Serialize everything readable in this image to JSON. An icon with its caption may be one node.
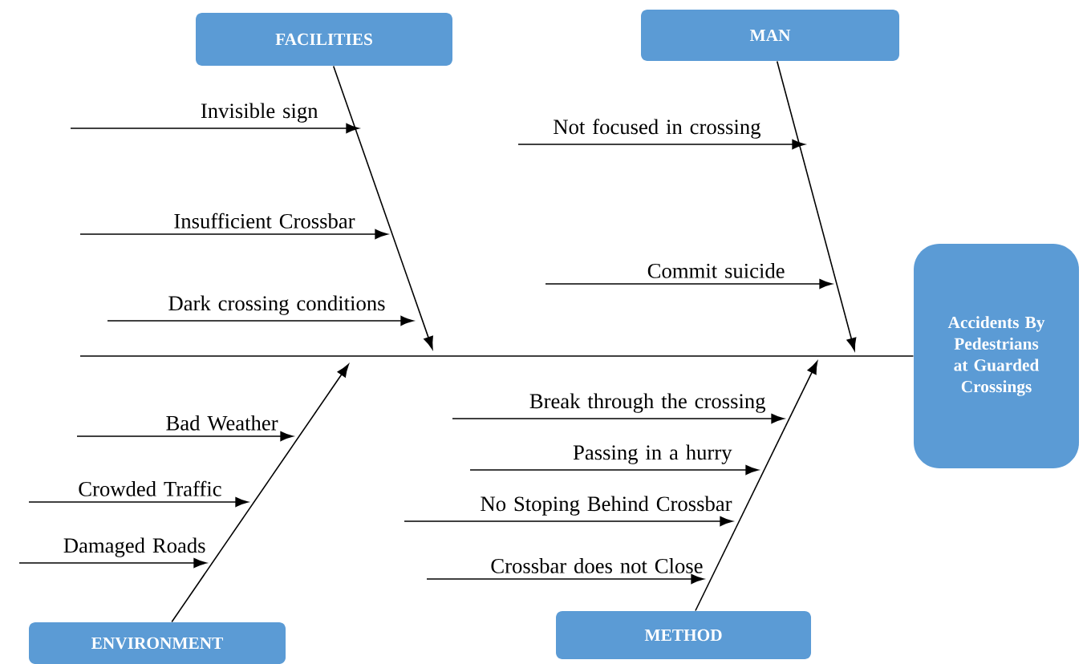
{
  "diagram": {
    "nodes": [
      {
        "text": [
          "FACILITIES"
        ]
      },
      {
        "text": [
          "MAN"
        ]
      },
      {
        "text": [
          "Invisible sign"
        ]
      },
      {
        "text": [
          "Not focused in crossing"
        ]
      },
      {
        "text": [
          "Insufficient Crossbar"
        ]
      },
      {
        "text": [
          "Commit suicide"
        ]
      },
      {
        "text": [
          "Dark crossing conditions"
        ]
      },
      {
        "text": [
          "Accidents By Pedestrians at Guarded Crossings"
        ]
      },
      {
        "text": [
          "Break through the crossing"
        ]
      },
      {
        "text": [
          "Bad Weather"
        ]
      },
      {
        "text": [
          "Passing in a hurry"
        ]
      },
      {
        "text": [
          "Crowded Traffic"
        ]
      },
      {
        "text": [
          "No Stoping Behind Crossbar"
        ]
      },
      {
        "text": [
          "Damaged Roads"
        ]
      },
      {
        "text": [
          "Crossbar does not Close"
        ]
      },
      {
        "text": [
          "METHOD"
        ]
      },
      {
        "text": [
          "ENVIRONMENT"
        ]
      }
    ],
    "edges": [
      {
        "from": null,
        "to": 7,
        "arrow": "none"
      },
      {
        "from": 0,
        "to": null,
        "arrow": "to"
      },
      {
        "from": 1,
        "to": null,
        "arrow": "to"
      },
      {
        "from": 16,
        "to": null,
        "arrow": "to"
      },
      {
        "from": 15,
        "to": null,
        "arrow": "to"
      },
      {
        "from": 2,
        "to": null,
        "arrow": "to"
      },
      {
        "from": 4,
        "to": null,
        "arrow": "to"
      },
      {
        "from": 6,
        "to": null,
        "arrow": "to"
      },
      {
        "from": 3,
        "to": null,
        "arrow": "to"
      },
      {
        "from": 5,
        "to": null,
        "arrow": "to"
      },
      {
        "from": 9,
        "to": null,
        "arrow": "to"
      },
      {
        "from": 11,
        "to": null,
        "arrow": "to"
      },
      {
        "from": 13,
        "to": null,
        "arrow": "to"
      },
      {
        "from": 8,
        "to": null,
        "arrow": "to"
      },
      {
        "from": 10,
        "to": null,
        "arrow": "to"
      },
      {
        "from": 12,
        "to": null,
        "arrow": "to"
      },
      {
        "from": 14,
        "to": null,
        "arrow": "to"
      }
    ]
  }
}
